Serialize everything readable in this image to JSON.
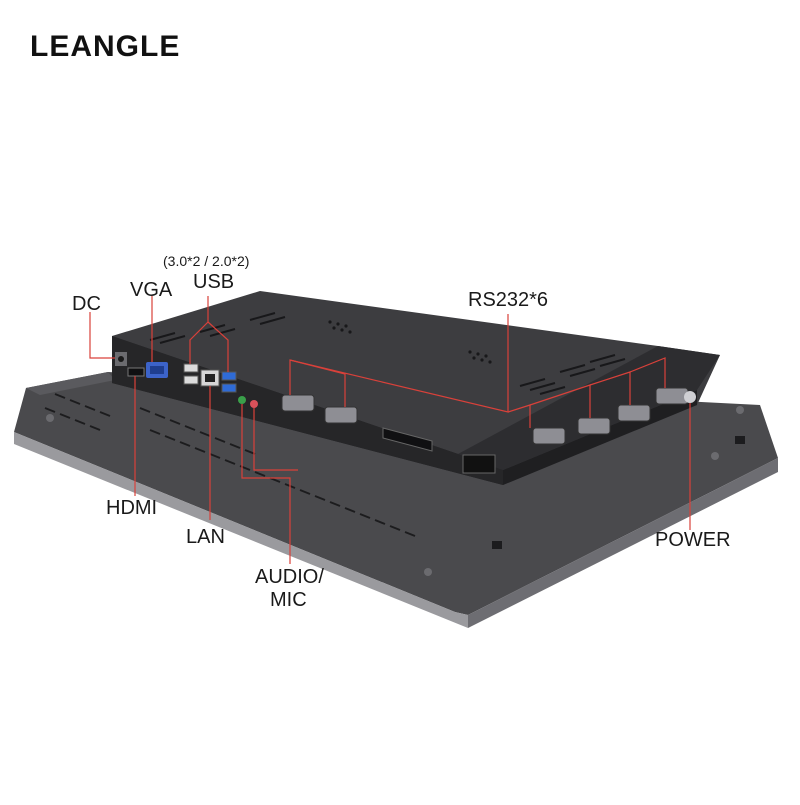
{
  "brand": {
    "logo_text": "LEANGLE"
  },
  "labels": {
    "dc": "DC",
    "vga": "VGA",
    "usb_spec": "(3.0*2 / 2.0*2)",
    "usb": "USB",
    "rs232": "RS232*6",
    "hdmi": "HDMI",
    "lan": "LAN",
    "audio_line1": "AUDIO/",
    "audio_line2": "MIC",
    "power": "POWER"
  },
  "colors": {
    "callout": "#d9413a",
    "device_dark": "#2b2b2d",
    "device_panel": "#3a3a3d",
    "background": "#ffffff"
  },
  "icons": [
    "dc-port-icon",
    "vga-port-icon",
    "hdmi-port-icon",
    "usb-port-icon",
    "lan-port-icon",
    "audio-jack-icon",
    "serial-port-icon",
    "power-button-icon"
  ]
}
